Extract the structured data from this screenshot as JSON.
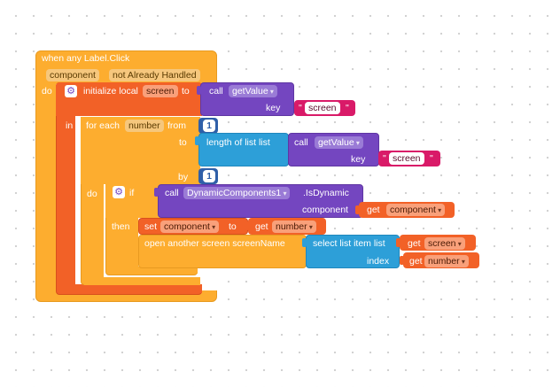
{
  "colors": {
    "event": "#fdad2f",
    "control": "#fdad2f",
    "local_var": "#f26127",
    "procedure": "#7446c0",
    "text": "#d91a68",
    "math": "#2f5fa8",
    "list": "#2d9fd8"
  },
  "event_block": {
    "title": "when any Label.Click",
    "param_component": "component",
    "param_not_handled": "not Already Handled",
    "do_label": "do"
  },
  "init_local": {
    "label": "initialize local",
    "var_name": "screen",
    "to_label": "to",
    "in_label": "in",
    "gear_icon": "gear-icon"
  },
  "call_get_value_1": {
    "call_label": "call",
    "method": "getValue",
    "key_label": "key",
    "key_value": "screen"
  },
  "for_each": {
    "label": "for each",
    "var_name": "number",
    "from_label": "from",
    "from_value": "1",
    "to_label": "to",
    "by_label": "by",
    "by_value": "1",
    "do_label": "do"
  },
  "length_of_list": {
    "label": "length of list  list"
  },
  "call_get_value_2": {
    "call_label": "call",
    "method": "getValue",
    "key_label": "key",
    "key_value": "screen"
  },
  "if_block": {
    "if_label": "if",
    "then_label": "then",
    "gear_icon": "gear-icon"
  },
  "is_dynamic": {
    "call_label": "call",
    "component_name": "DynamicComponents1",
    "method": ".IsDynamic",
    "component_label": "component",
    "get_label": "get",
    "get_var": "component"
  },
  "set_block": {
    "set_label": "set",
    "var_name": "component",
    "to_label": "to",
    "get_label": "get",
    "get_var": "number"
  },
  "open_screen": {
    "label": "open another screen  screenName"
  },
  "select_list_item": {
    "label": "select list item  list",
    "index_label": "index",
    "get_label_1": "get",
    "get_var_1": "screen",
    "get_label_2": "get",
    "get_var_2": "number"
  }
}
